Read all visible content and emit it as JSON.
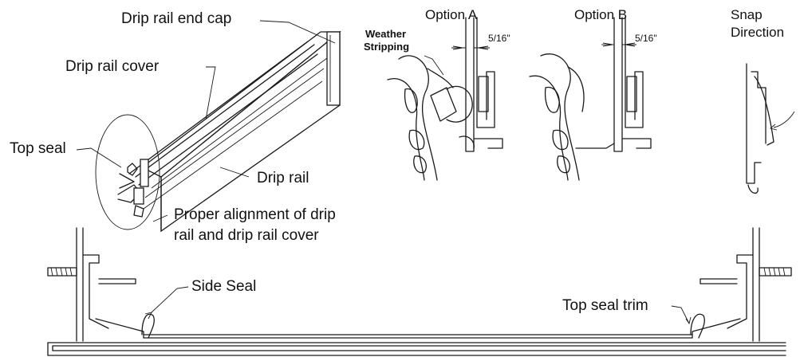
{
  "labels": {
    "drip_rail_end_cap": "Drip rail end cap",
    "drip_rail_cover": "Drip rail cover",
    "top_seal": "Top seal",
    "drip_rail": "Drip rail",
    "proper_alignment_line1": "Proper alignment of drip",
    "proper_alignment_line2": "rail and drip rail cover",
    "option_a": "Option A",
    "option_b": "Option B",
    "weather_line1": "Weather",
    "weather_line2": "Stripping",
    "dim_a": "5/16\"",
    "dim_b": "5/16\"",
    "snap_line1": "Snap",
    "snap_line2": "Direction",
    "side_seal": "Side Seal",
    "top_seal_trim": "Top seal trim"
  }
}
